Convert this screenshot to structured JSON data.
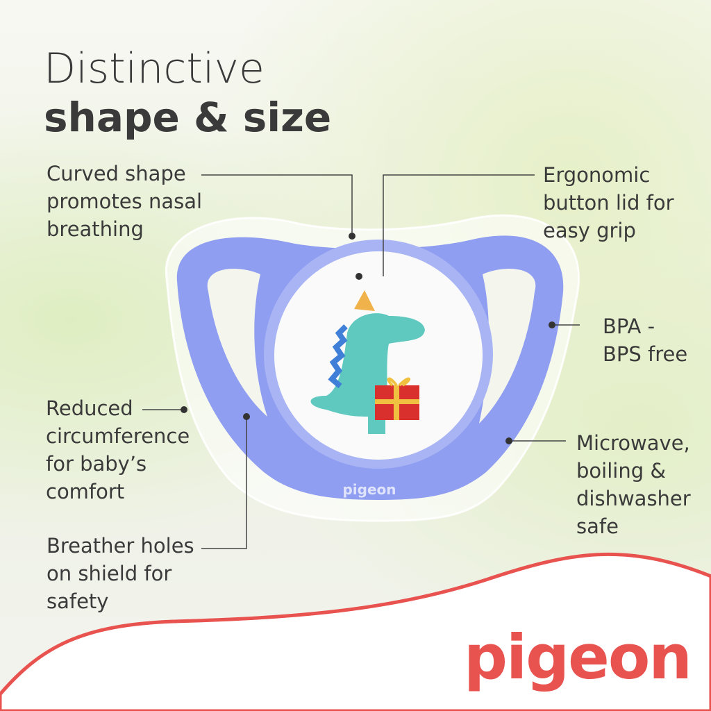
{
  "heading": {
    "line1": "Distinctive",
    "line2": "shape & size"
  },
  "callouts": {
    "curved": "Curved shape\npromotes nasal\nbreathing",
    "ergonomic": "Ergonomic\nbutton lid for\neasy grip",
    "bpa": "BPA -\nBPS free",
    "reduced": "Reduced\ncircumference\nfor baby’s\ncomfort",
    "microwave": "Microwave,\nboiling &\ndishwasher\nsafe",
    "breather": "Breather holes\non shield for\nsafety"
  },
  "product": {
    "shield_color": "#8f9ef0",
    "shield_brand": "pigeon"
  },
  "brand": {
    "logo": "pigeon",
    "color": "#e8524f"
  }
}
